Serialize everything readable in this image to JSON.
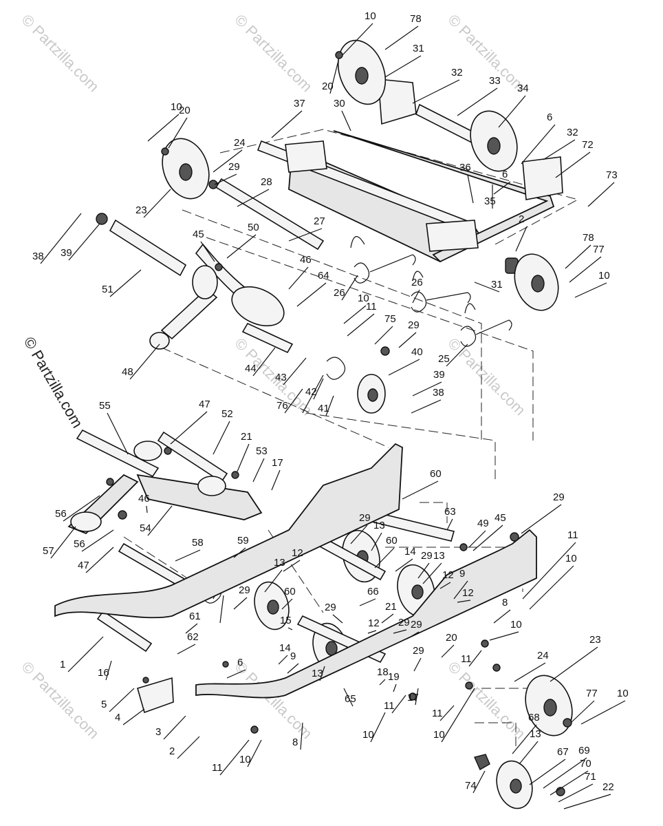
{
  "diagram": {
    "watermark": "© Partzilla.com",
    "side_watermark": "© Partzilla.com",
    "callouts": [
      {
        "label": "10"
      },
      {
        "label": "78"
      },
      {
        "label": "31"
      },
      {
        "label": "20"
      },
      {
        "label": "32"
      },
      {
        "label": "33"
      },
      {
        "label": "34"
      },
      {
        "label": "30"
      },
      {
        "label": "37"
      },
      {
        "label": "6"
      },
      {
        "label": "32"
      },
      {
        "label": "72"
      },
      {
        "label": "10"
      },
      {
        "label": "20"
      },
      {
        "label": "24"
      },
      {
        "label": "29"
      },
      {
        "label": "36"
      },
      {
        "label": "6"
      },
      {
        "label": "35"
      },
      {
        "label": "73"
      },
      {
        "label": "28"
      },
      {
        "label": "23"
      },
      {
        "label": "38"
      },
      {
        "label": "39"
      },
      {
        "label": "50"
      },
      {
        "label": "27"
      },
      {
        "label": "45"
      },
      {
        "label": "2"
      },
      {
        "label": "78"
      },
      {
        "label": "77"
      },
      {
        "label": "10"
      },
      {
        "label": "46"
      },
      {
        "label": "64"
      },
      {
        "label": "26"
      },
      {
        "label": "26"
      },
      {
        "label": "31"
      },
      {
        "label": "51"
      },
      {
        "label": "10"
      },
      {
        "label": "11"
      },
      {
        "label": "75"
      },
      {
        "label": "29"
      },
      {
        "label": "25"
      },
      {
        "label": "48"
      },
      {
        "label": "44"
      },
      {
        "label": "43"
      },
      {
        "label": "40"
      },
      {
        "label": "39"
      },
      {
        "label": "38"
      },
      {
        "label": "42"
      },
      {
        "label": "76"
      },
      {
        "label": "41"
      },
      {
        "label": "47"
      },
      {
        "label": "52"
      },
      {
        "label": "55"
      },
      {
        "label": "21"
      },
      {
        "label": "53"
      },
      {
        "label": "17"
      },
      {
        "label": "60"
      },
      {
        "label": "56"
      },
      {
        "label": "46"
      },
      {
        "label": "63"
      },
      {
        "label": "49"
      },
      {
        "label": "45"
      },
      {
        "label": "29"
      },
      {
        "label": "54"
      },
      {
        "label": "57"
      },
      {
        "label": "56"
      },
      {
        "label": "47"
      },
      {
        "label": "58"
      },
      {
        "label": "59"
      },
      {
        "label": "29"
      },
      {
        "label": "13"
      },
      {
        "label": "60"
      },
      {
        "label": "12"
      },
      {
        "label": "14"
      },
      {
        "label": "29"
      },
      {
        "label": "13"
      },
      {
        "label": "11"
      },
      {
        "label": "12"
      },
      {
        "label": "9"
      },
      {
        "label": "13"
      },
      {
        "label": "29"
      },
      {
        "label": "12"
      },
      {
        "label": "10"
      },
      {
        "label": "8"
      },
      {
        "label": "61"
      },
      {
        "label": "60"
      },
      {
        "label": "66"
      },
      {
        "label": "29"
      },
      {
        "label": "29"
      },
      {
        "label": "1"
      },
      {
        "label": "62"
      },
      {
        "label": "15"
      },
      {
        "label": "21"
      },
      {
        "label": "12"
      },
      {
        "label": "10"
      },
      {
        "label": "29"
      },
      {
        "label": "16"
      },
      {
        "label": "6"
      },
      {
        "label": "14"
      },
      {
        "label": "9"
      },
      {
        "label": "29"
      },
      {
        "label": "13"
      },
      {
        "label": "20"
      },
      {
        "label": "11"
      },
      {
        "label": "23"
      },
      {
        "label": "24"
      },
      {
        "label": "5"
      },
      {
        "label": "18"
      },
      {
        "label": "19"
      },
      {
        "label": "17"
      },
      {
        "label": "4"
      },
      {
        "label": "65"
      },
      {
        "label": "11"
      },
      {
        "label": "77"
      },
      {
        "label": "10"
      },
      {
        "label": "3"
      },
      {
        "label": "11"
      },
      {
        "label": "10"
      },
      {
        "label": "2"
      },
      {
        "label": "8"
      },
      {
        "label": "10"
      },
      {
        "label": "68"
      },
      {
        "label": "13"
      },
      {
        "label": "11"
      },
      {
        "label": "10"
      },
      {
        "label": "67"
      },
      {
        "label": "69"
      },
      {
        "label": "70"
      },
      {
        "label": "71"
      },
      {
        "label": "22"
      },
      {
        "label": "74"
      }
    ]
  }
}
